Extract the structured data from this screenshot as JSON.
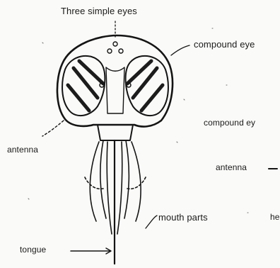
{
  "diagram": {
    "labels": {
      "three_simple_eyes": "Three simple eyes",
      "compound_eye_top": "compound eye",
      "compound_eye_mid": "compound ey",
      "antenna_left": "antenna",
      "antenna_right": "antenna",
      "mouth_parts": "mouth parts",
      "tongue": "tongue",
      "he_fragment": "he"
    }
  }
}
